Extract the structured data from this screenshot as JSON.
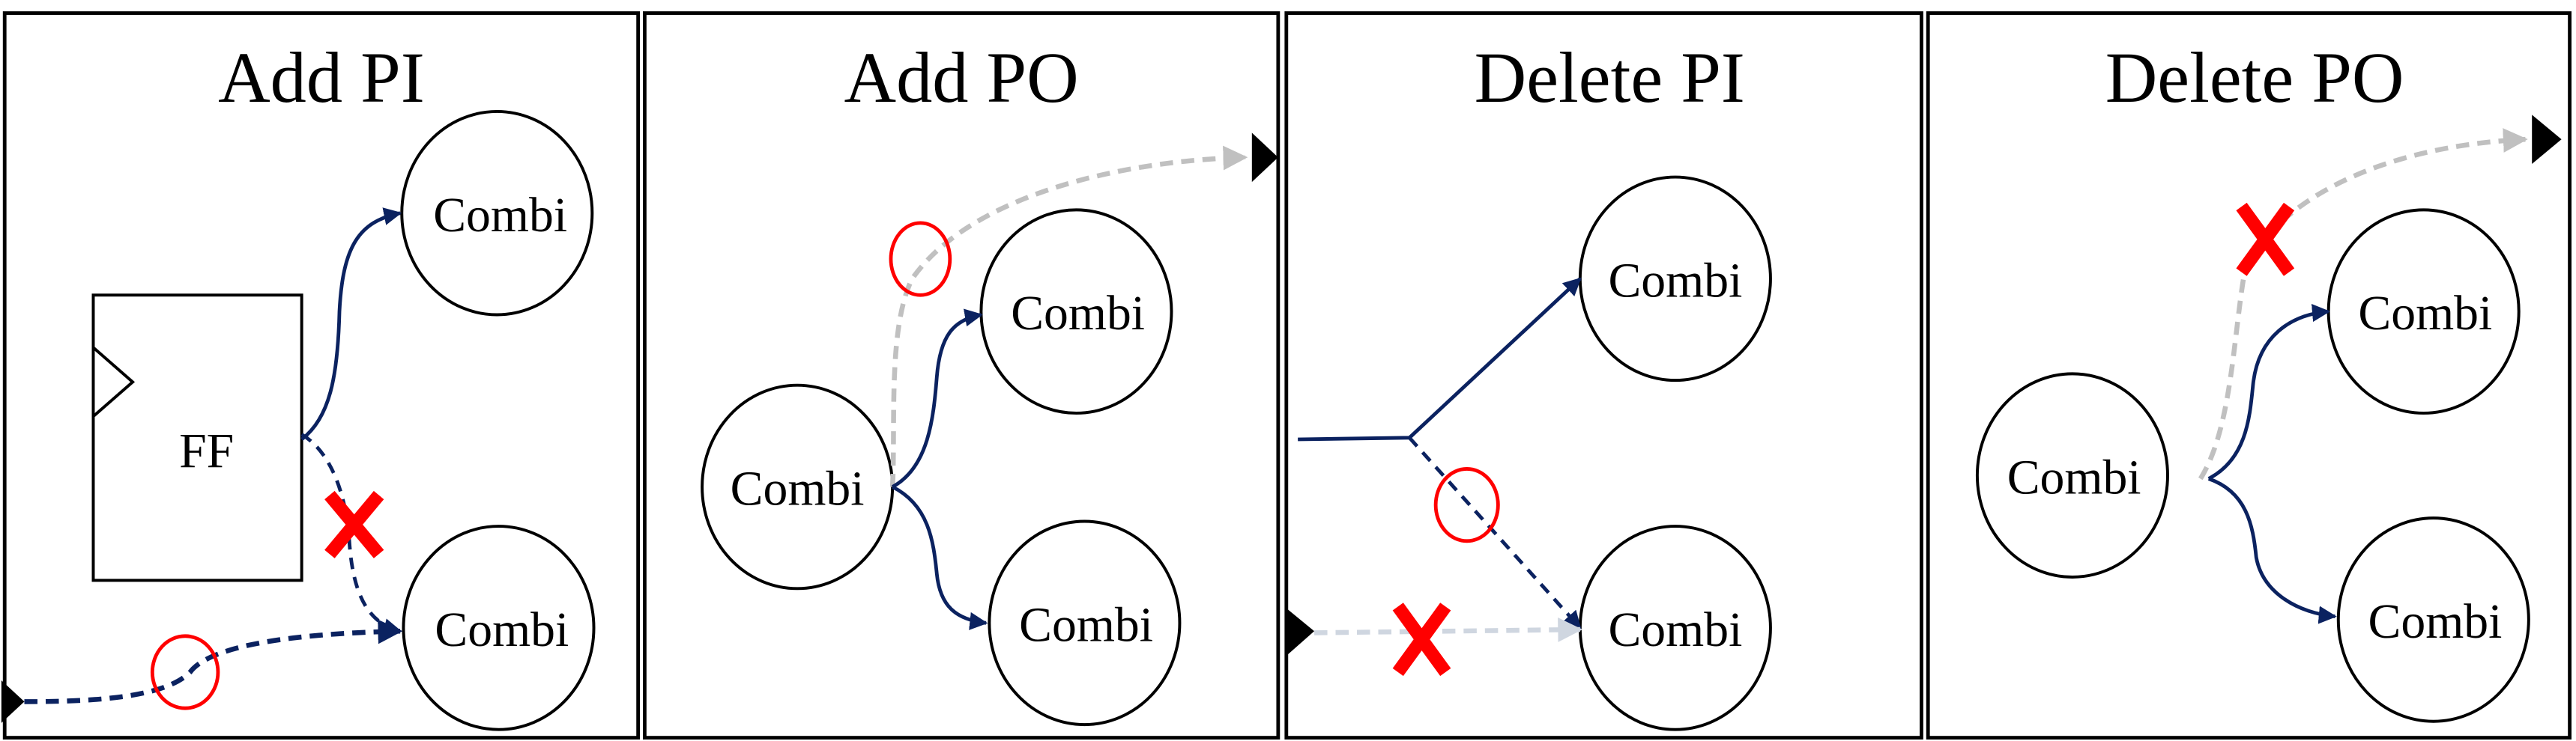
{
  "panels": [
    {
      "title": "Add PI",
      "nodes": [
        "Combi",
        "Combi"
      ],
      "ff_label": "FF"
    },
    {
      "title": "Add PO",
      "nodes": [
        "Combi",
        "Combi",
        "Combi"
      ]
    },
    {
      "title": "Delete PI",
      "nodes": [
        "Combi",
        "Combi"
      ]
    },
    {
      "title": "Delete PO",
      "nodes": [
        "Combi",
        "Combi",
        "Combi"
      ]
    }
  ],
  "colors": {
    "edge": "#0b2260",
    "removed_edge": "#c0c0c0",
    "marker": "#ff0000"
  },
  "icons": [
    "primary-input-triangle",
    "primary-output-triangle",
    "red-x-mark",
    "red-circle-highlight"
  ]
}
